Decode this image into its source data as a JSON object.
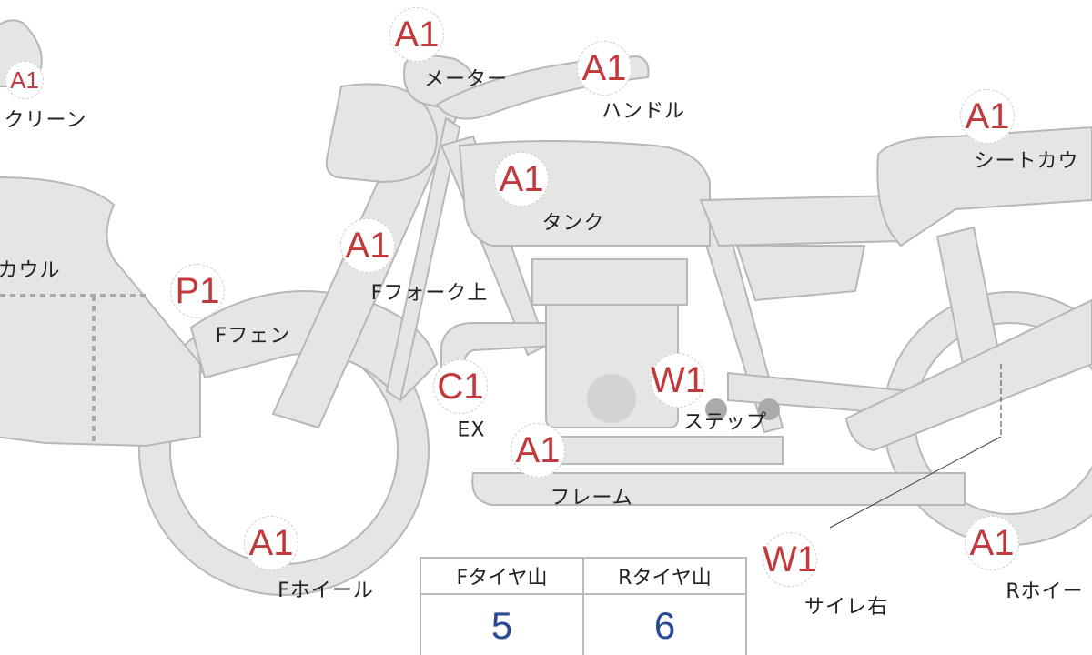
{
  "colors": {
    "part_fill": "#e5e5e3",
    "part_stroke": "#b4b8bc",
    "marker_text": "#c0393b",
    "value_text": "#2c4a94"
  },
  "parts": [
    {
      "id": "screen",
      "label": "クリーン",
      "grade": "A1"
    },
    {
      "id": "cowl",
      "label": "カウル"
    },
    {
      "id": "meter",
      "label": "メーター",
      "grade": "A1"
    },
    {
      "id": "handle",
      "label": "ハンドル",
      "grade": "A1"
    },
    {
      "id": "seat-cowl",
      "label": "シートカウ",
      "grade": "A1"
    },
    {
      "id": "tank",
      "label": "タンク",
      "grade": "A1"
    },
    {
      "id": "front-fork-upper",
      "label": "Fフォーク上",
      "grade": "A1"
    },
    {
      "id": "front-fender",
      "label": "Fフェン",
      "grade": "P1"
    },
    {
      "id": "exhaust",
      "label": "EX",
      "grade": "C1"
    },
    {
      "id": "step",
      "label": "ステップ",
      "grade": "W1"
    },
    {
      "id": "frame",
      "label": "フレーム",
      "grade": "A1"
    },
    {
      "id": "front-wheel",
      "label": "Fホイール",
      "grade": "A1"
    },
    {
      "id": "silencer-right",
      "label": "サイレ右",
      "grade": "W1"
    },
    {
      "id": "rear-wheel",
      "label": "Rホイー",
      "grade": "A1"
    }
  ],
  "tires": {
    "front_label": "Fタイヤ山",
    "rear_label": "Rタイヤ山",
    "front_value": "5",
    "rear_value": "6"
  }
}
